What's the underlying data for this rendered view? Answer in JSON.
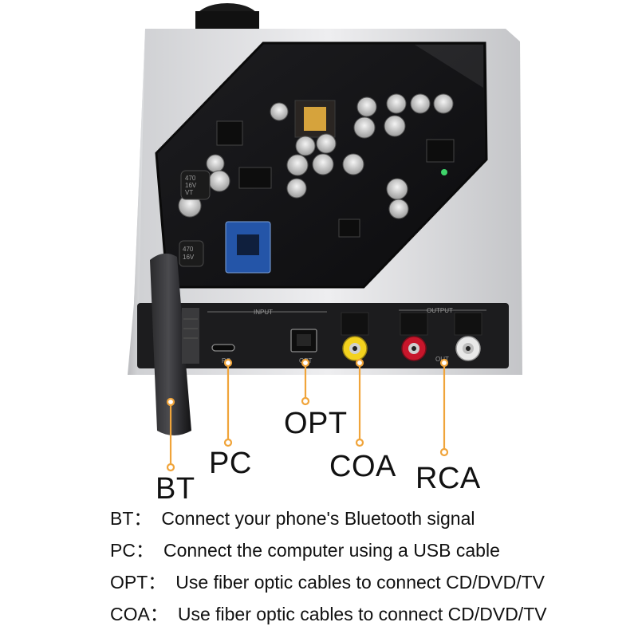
{
  "product": {
    "panel_labels": {
      "input": "INPUT",
      "output": "OUTPUT",
      "pc": "PC",
      "opt": "OPT",
      "out": "OUT"
    },
    "capacitor_markings": {
      "cap1": [
        "470",
        "16V",
        "VT"
      ],
      "cap2": [
        "470",
        "16V"
      ]
    },
    "colors": {
      "housing": "#d9dadc",
      "panel": "#1c1c1e",
      "board": "#141414",
      "callout_line": "#f0a43a",
      "rca_yellow": "#f3d21e",
      "rca_red": "#c7162b",
      "rca_white": "#e8e8e8"
    }
  },
  "callouts": {
    "bt": "BT",
    "pc": "PC",
    "opt": "OPT",
    "coa": "COA",
    "rca": "RCA"
  },
  "descriptions": [
    {
      "key": "BT：",
      "text": "Connect your phone's Bluetooth signal"
    },
    {
      "key": "PC：",
      "text": "Connect the computer using a USB cable"
    },
    {
      "key": "OPT：",
      "text": "Use fiber optic cables to connect CD/DVD/TV"
    },
    {
      "key": "COA：",
      "text": "Use fiber optic cables to connect CD/DVD/TV"
    }
  ]
}
